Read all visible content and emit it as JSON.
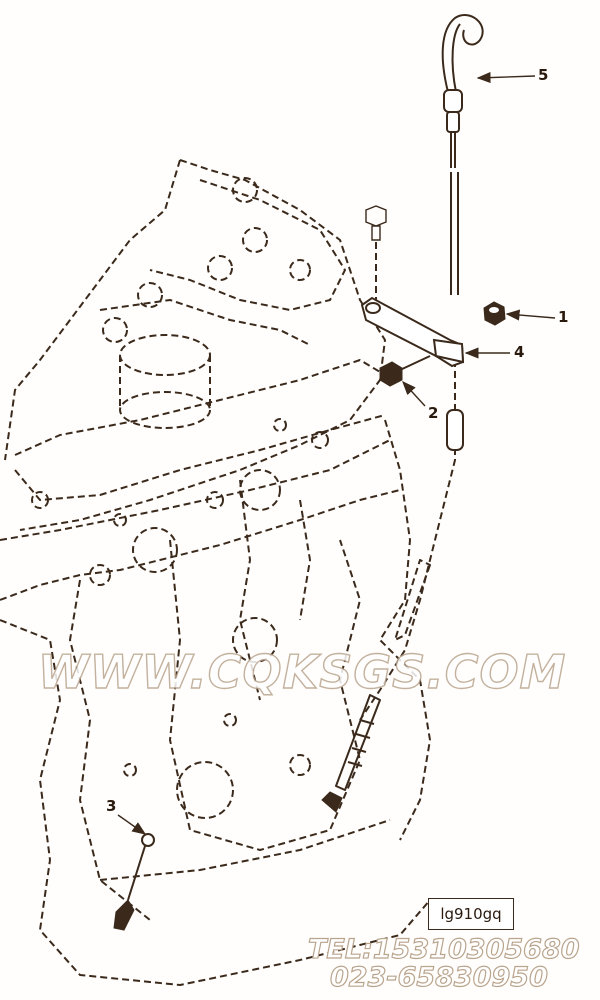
{
  "callouts": {
    "c1": "1",
    "c2": "2",
    "c3": "3",
    "c4": "4",
    "c5": "5"
  },
  "watermark": "WWW.CQKSGS.COM",
  "drawing_code": "lg910gq",
  "contact": {
    "tel": "TEL:15310305680",
    "phone": "023-65830950"
  },
  "colors": {
    "line": "#3b2a1c",
    "watermark_outline": "#b9a48d"
  }
}
